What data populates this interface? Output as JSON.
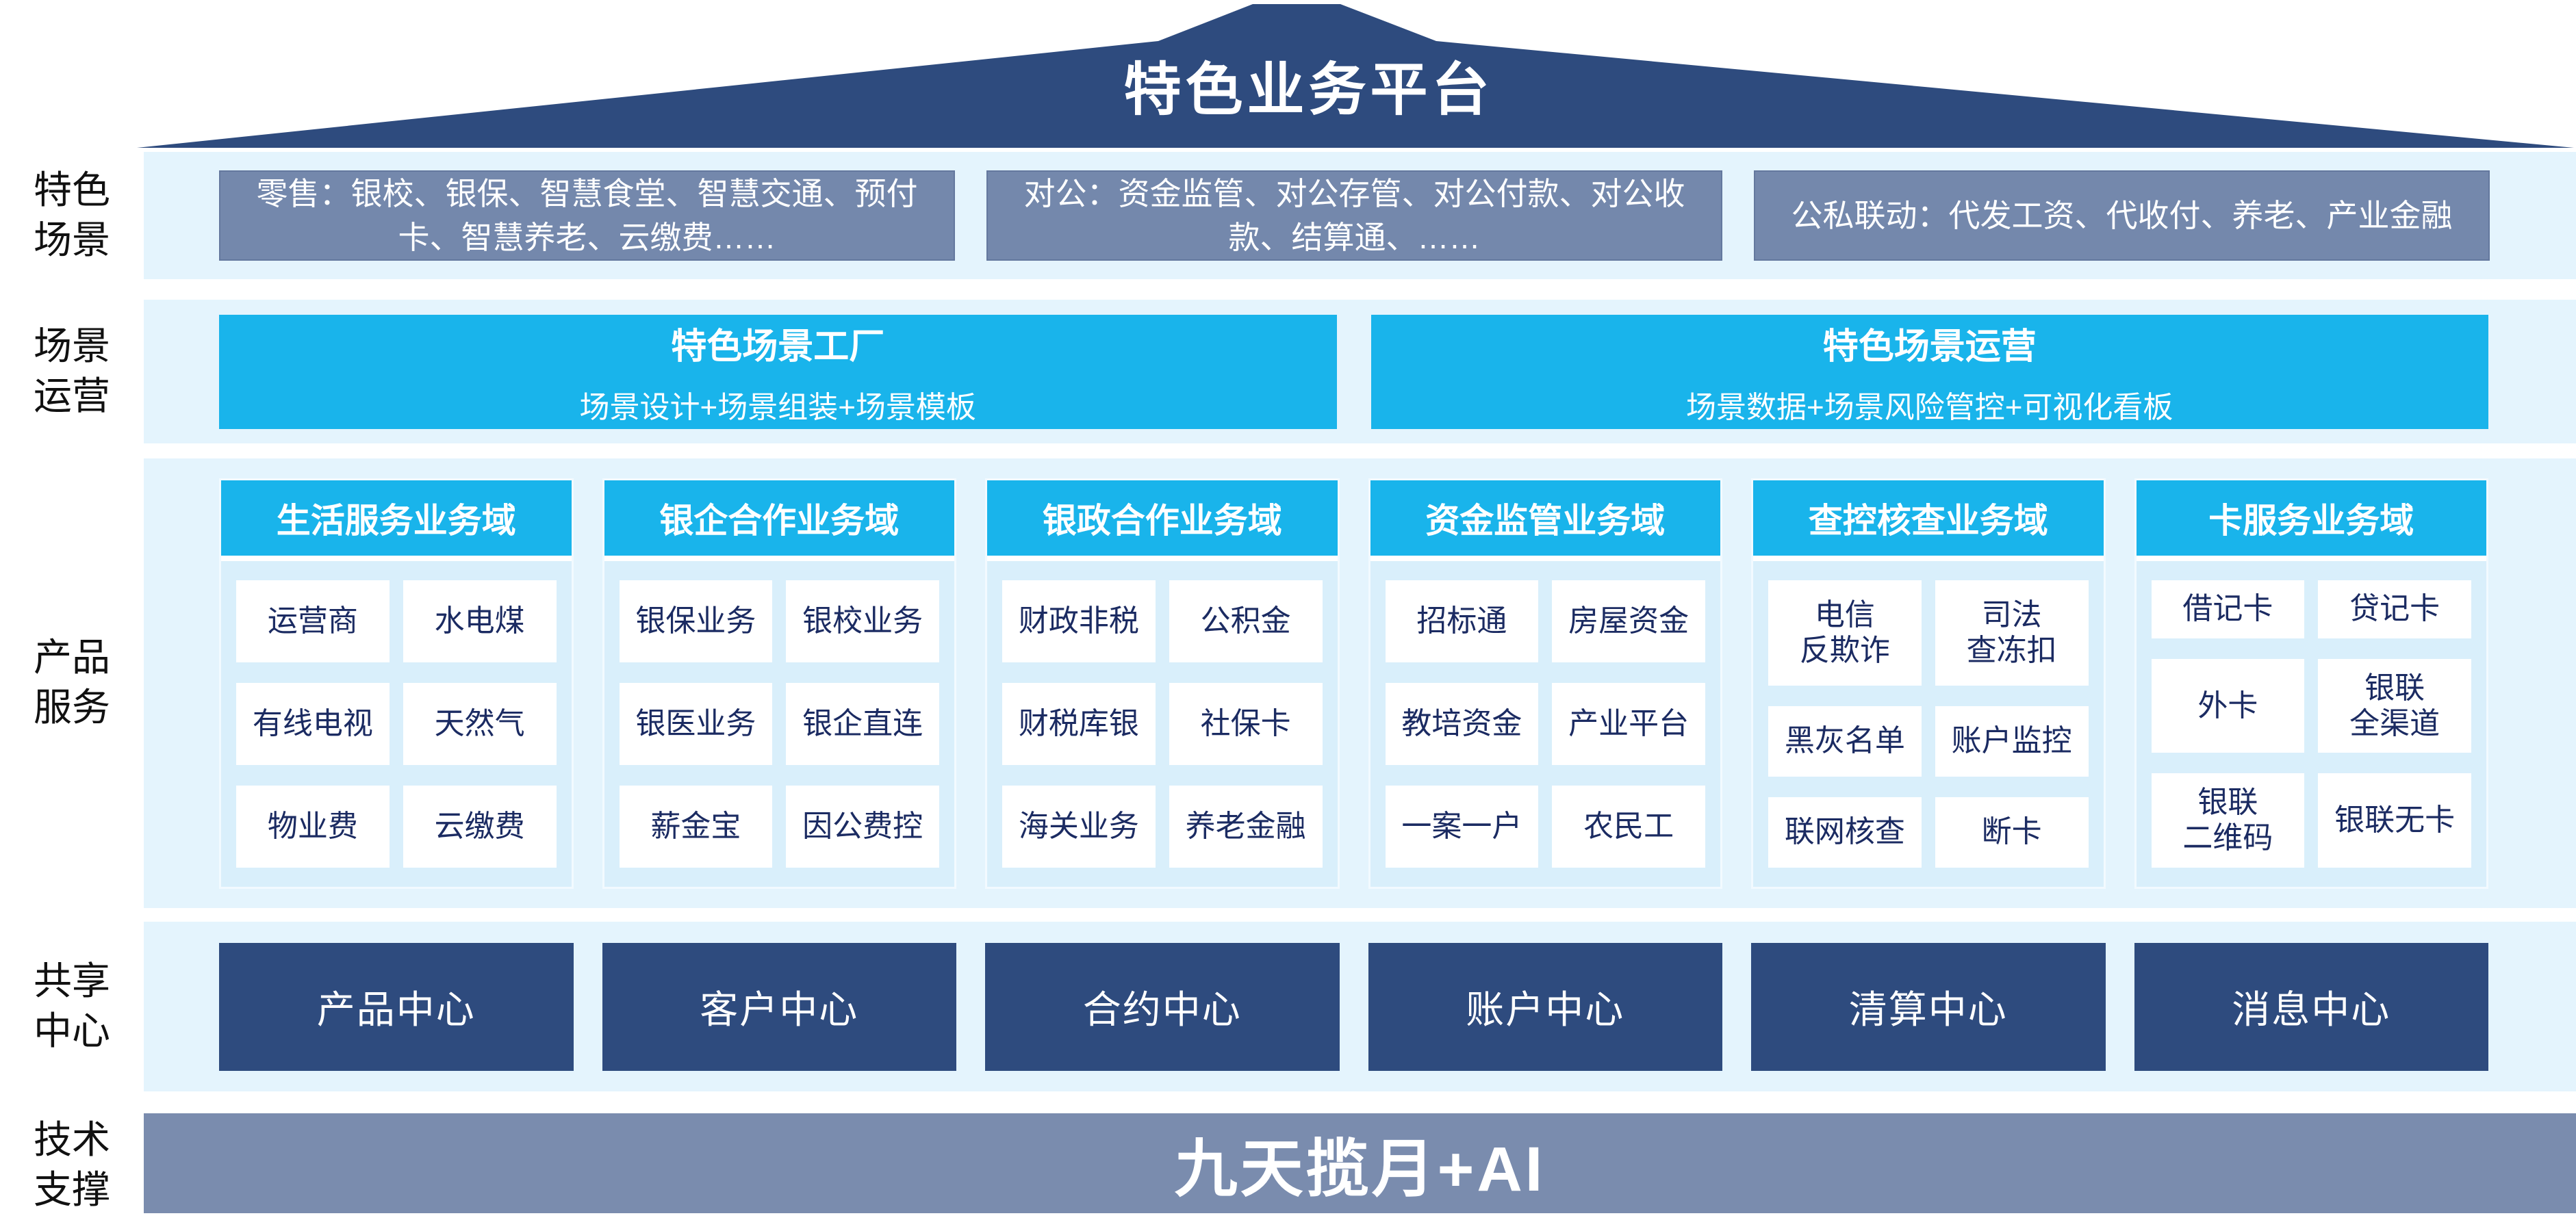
{
  "title": "特色业务平台",
  "colors": {
    "roof_navy": "#2E4B7E",
    "steel_blue_box": "#7488AC",
    "cyan_accent": "#19B4EB",
    "band_light_blue": "#E4F4FD",
    "panel_light_blue": "#D9EFFB",
    "card_white": "#FFFFFF",
    "card_navy_text": "#1B2B62",
    "shared_center_navy": "#2E4B7E",
    "tech_bar_gray_blue": "#7A8CAE"
  },
  "side_labels": [
    {
      "label": "特色\n场景"
    },
    {
      "label": "场景\n运营"
    },
    {
      "label": "产品\n服务"
    },
    {
      "label": "共享\n中心"
    },
    {
      "label": "技术\n支撑"
    }
  ],
  "scenario_row": {
    "boxes": [
      "零售：银校、银保、智慧食堂、智慧交通、预付卡、智慧养老、云缴费……",
      "对公：资金监管、对公存管、对公付款、对公收款、结算通、……",
      "公私联动：代发工资、代收付、养老、产业金融"
    ]
  },
  "operation_row": {
    "boxes": [
      {
        "title": "特色场景工厂",
        "subtitle": "场景设计+场景组装+场景模板"
      },
      {
        "title": "特色场景运营",
        "subtitle": "场景数据+场景风险管控+可视化看板"
      }
    ]
  },
  "product_row": {
    "columns": [
      {
        "header": "生活服务业务域",
        "items": [
          "运营商",
          "水电煤",
          "有线电视",
          "天然气",
          "物业费",
          "云缴费"
        ]
      },
      {
        "header": "银企合作业务域",
        "items": [
          "银保业务",
          "银校业务",
          "银医业务",
          "银企直连",
          "薪金宝",
          "因公费控"
        ]
      },
      {
        "header": "银政合作业务域",
        "items": [
          "财政非税",
          "公积金",
          "财税库银",
          "社保卡",
          "海关业务",
          "养老金融"
        ]
      },
      {
        "header": "资金监管业务域",
        "items": [
          "招标通",
          "房屋资金",
          "教培资金",
          "产业平台",
          "一案一户",
          "农民工"
        ]
      },
      {
        "header": "查控核查业务域",
        "items": [
          "电信\n反欺诈",
          "司法\n查冻扣",
          "黑灰名单",
          "账户监控",
          "联网核查",
          "断卡"
        ]
      },
      {
        "header": "卡服务业务域",
        "items": [
          "借记卡",
          "贷记卡",
          "外卡",
          "银联\n全渠道",
          "银联\n二维码",
          "银联无卡"
        ]
      }
    ]
  },
  "shared_row": {
    "boxes": [
      "产品中心",
      "客户中心",
      "合约中心",
      "账户中心",
      "清算中心",
      "消息中心"
    ]
  },
  "tech_row": {
    "label": "九天揽月+AI"
  }
}
